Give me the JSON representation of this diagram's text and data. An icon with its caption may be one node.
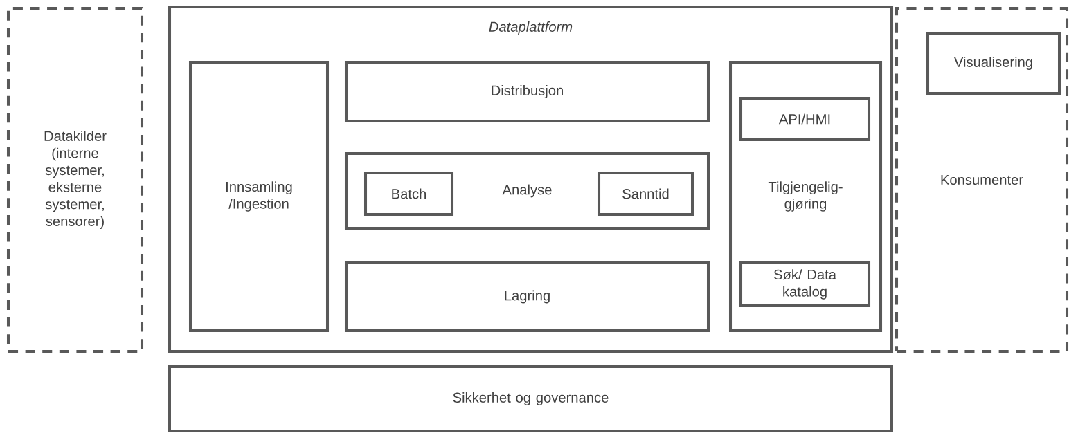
{
  "diagram": {
    "nodes": [
      {
        "text": [
          "Datakilder (interne systemer, eksterne systemer, sensorer)"
        ]
      },
      {
        "text": [
          "Dataplattform"
        ]
      },
      {
        "text": [
          "Innsamling /Ingestion"
        ],
        "in": 1
      },
      {
        "text": [
          "Distribusjon"
        ],
        "in": 1
      },
      {
        "text": [
          "Analyse"
        ],
        "in": 1
      },
      {
        "text": [
          "Batch"
        ],
        "in": 4
      },
      {
        "text": [
          "Sanntid"
        ],
        "in": 4
      },
      {
        "text": [
          "Lagring"
        ],
        "in": 1
      },
      {
        "text": [
          "Tilgjengelig- gjøring"
        ],
        "in": 1
      },
      {
        "text": [
          "API/HMI"
        ],
        "in": 8
      },
      {
        "text": [
          "Søk/ Data katalog"
        ],
        "in": 8
      },
      {
        "text": [
          "Konsumenter"
        ]
      },
      {
        "text": [
          "Visualisering"
        ],
        "in": 11
      },
      {
        "text": [
          "Sikkerhet og governance"
        ]
      }
    ]
  }
}
